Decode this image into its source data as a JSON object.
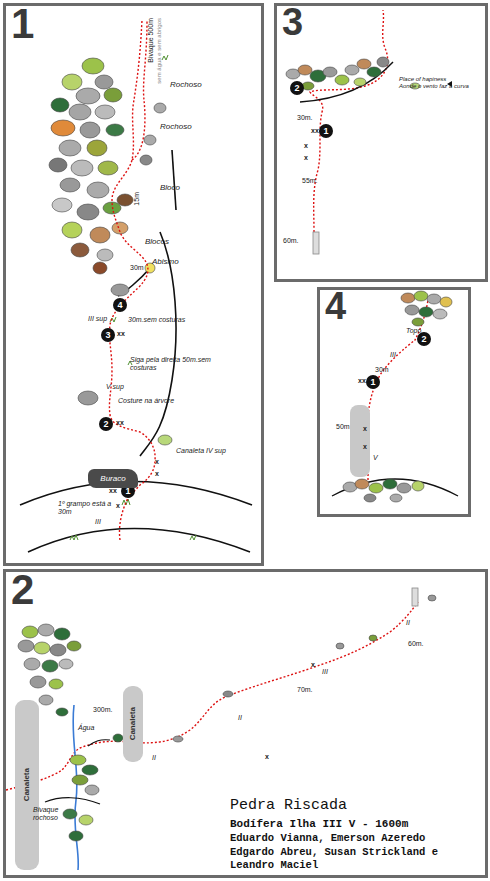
{
  "diagram": {
    "title": "Pedra Riscada",
    "nodes": [
      {
        "text": [
          "1"
        ]
      },
      {
        "text": [
          "4"
        ],
        "in": 0
      },
      {
        "text": [
          "3"
        ],
        "in": 0
      },
      {
        "text": [
          "2"
        ],
        "in": 0
      },
      {
        "text": [
          "1"
        ],
        "in": 0
      },
      {
        "text": [
          "Buraco"
        ],
        "in": 0
      },
      {
        "text": [
          "3"
        ]
      },
      {
        "text": [
          "2"
        ],
        "in": 6
      },
      {
        "text": [
          "1"
        ],
        "in": 6
      },
      {
        "text": [
          "4"
        ]
      },
      {
        "text": [
          "2"
        ],
        "in": 9
      },
      {
        "text": [
          "1"
        ],
        "in": 9
      },
      {
        "text": [
          "2"
        ]
      },
      {
        "text": [
          "Canaleta"
        ],
        "in": 12
      },
      {
        "text": [
          "Canaleta"
        ],
        "in": 12
      }
    ],
    "labels": [
      "Bivaque 500m",
      "sem água e sem abrigos",
      "Rochoso",
      "Rochoso",
      "Bloco",
      "15m",
      "Blocos",
      "Abismo",
      "30m",
      "III sup",
      "30m.sem costuras",
      "xx",
      "Siga pela direita 50m.sem costuras",
      "V sup",
      "Costure na árvore",
      "xx",
      "Canaleta",
      "IV sup",
      "x",
      "x",
      "xx",
      "x",
      "1º grampo está a 30m",
      "III",
      "Place of hapiness",
      "Aonde o vento faz a curva",
      "30m.",
      "xx",
      "x",
      "x",
      "55m.",
      "60m.",
      "Topo",
      "III",
      "30m",
      "xx",
      "50m",
      "x",
      "x",
      "V",
      "300m.",
      "Água",
      "II",
      "Bivaque rochoso",
      "II",
      "x",
      "x",
      "III",
      "70m.",
      "II",
      "60m.",
      "Bodífera Ilha III V - 1600m",
      "Eduardo Vianna, Emerson Azeredo Edgardo Abreu, Susan Strickland e Leandro Maciel"
    ]
  }
}
